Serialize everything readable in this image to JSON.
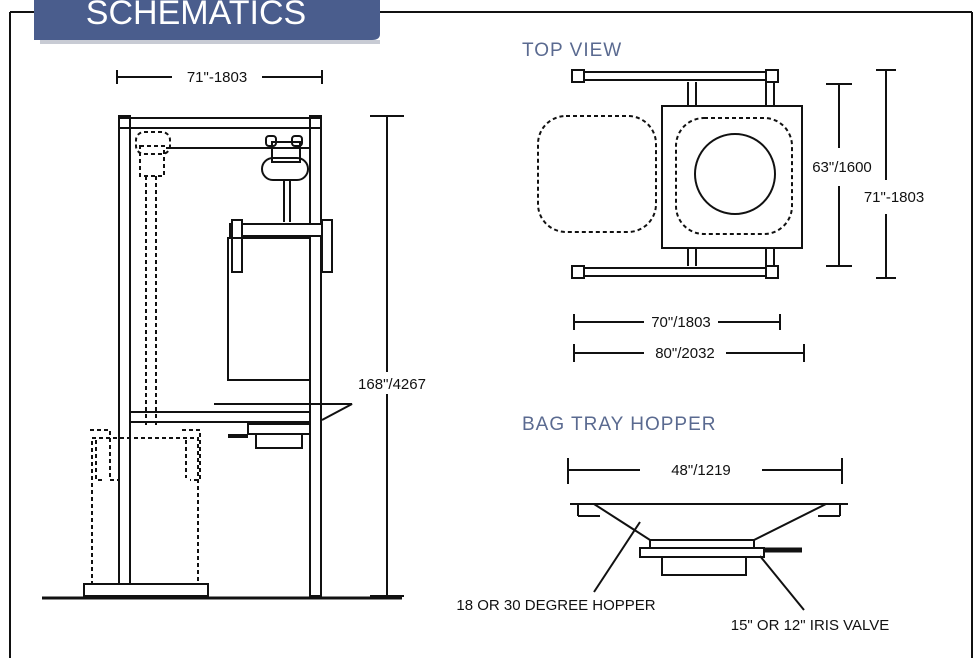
{
  "header": {
    "title": "SCHEMATICS"
  },
  "colors": {
    "header_band": "#4a5d8d",
    "section_title": "#5a6a90",
    "line": "#111111"
  },
  "elevation": {
    "width_label": "71\"-1803",
    "height_label": "168\"/4267"
  },
  "top_view": {
    "title": "TOP VIEW",
    "depth_label": "63\"/1600",
    "overall_depth_label": "71\"-1803",
    "width_label": "70\"/1803",
    "overall_width_label": "80\"/2032"
  },
  "hopper": {
    "title": "BAG TRAY HOPPER",
    "width_label": "48\"/1219",
    "hopper_label": "18 OR 30 DEGREE HOPPER",
    "valve_label": "15\" OR 12\" IRIS VALVE"
  }
}
